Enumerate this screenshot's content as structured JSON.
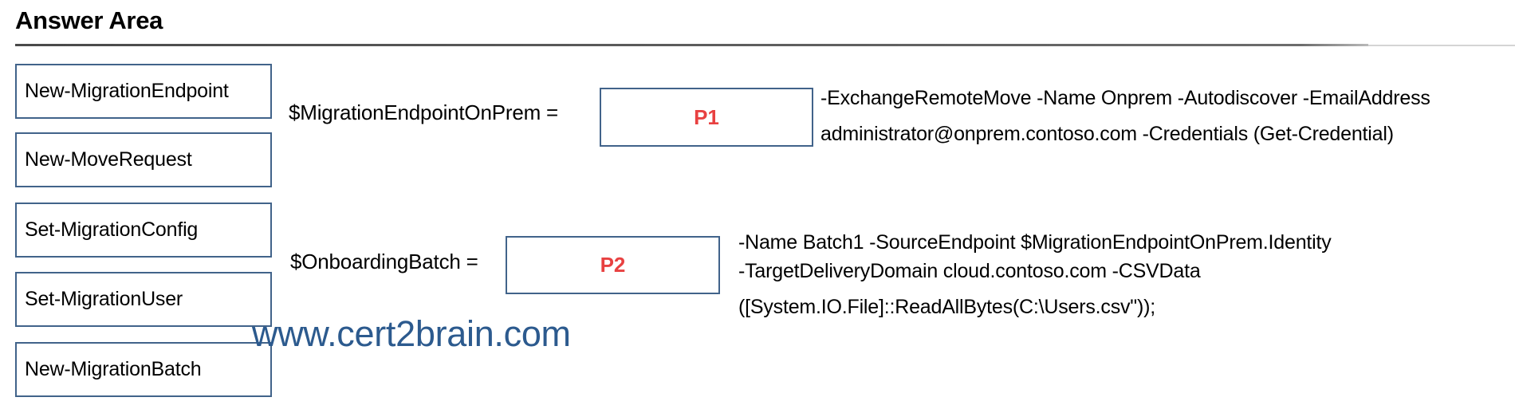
{
  "header": {
    "title": "Answer Area"
  },
  "options": [
    {
      "label": "New-MigrationEndpoint"
    },
    {
      "label": "New-MoveRequest"
    },
    {
      "label": "Set-MigrationConfig"
    },
    {
      "label": "Set-MigrationUser"
    },
    {
      "label": "New-MigrationBatch"
    }
  ],
  "statements": [
    {
      "variable": "$MigrationEndpointOnPrem =",
      "placeholder": "P1",
      "params": [
        "-ExchangeRemoteMove -Name Onprem -Autodiscover -EmailAddress",
        "administrator@onprem.contoso.com -Credentials (Get-Credential)"
      ]
    },
    {
      "variable": "$OnboardingBatch =",
      "placeholder": "P2",
      "params": [
        "-Name Batch1 -SourceEndpoint $MigrationEndpointOnPrem.Identity",
        "-TargetDeliveryDomain cloud.contoso.com -CSVData",
        "([System.IO.File]::ReadAllBytes(C:\\Users.csv\"));"
      ]
    }
  ],
  "watermark": "www.cert2brain.com",
  "colors": {
    "box_border": "#41638a",
    "placeholder_text": "#e84141",
    "watermark": "#2c5a8e"
  }
}
